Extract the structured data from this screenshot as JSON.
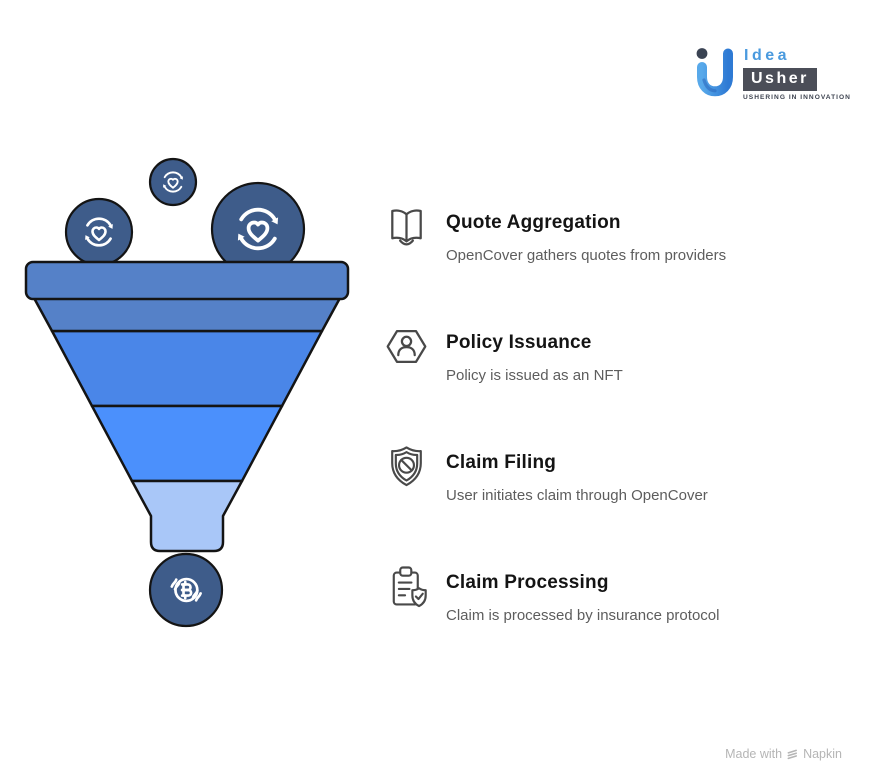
{
  "logo": {
    "brand_top": "Idea",
    "brand_bottom": "Usher",
    "tagline": "USHERING IN INNOVATION"
  },
  "steps": [
    {
      "icon": "open-book-icon",
      "title": "Quote Aggregation",
      "description": "OpenCover gathers quotes from providers"
    },
    {
      "icon": "hexagon-user-icon",
      "title": "Policy Issuance",
      "description": "Policy is issued as an NFT"
    },
    {
      "icon": "shield-slash-icon",
      "title": "Claim Filing",
      "description": "User initiates claim through OpenCover"
    },
    {
      "icon": "clipboard-check-icon",
      "title": "Claim Processing",
      "description": "Claim is processed by insurance protocol"
    }
  ],
  "funnel": {
    "tiers": [
      "#5581C8",
      "#4A86E8",
      "#4B90FC",
      "#A9C7F8"
    ],
    "bubble_color": "#3E5C8A",
    "outline": "#141414",
    "top_bubble_icon": "heart-sync-icon",
    "bottom_bubble_icon": "bitcoin-hands-icon"
  },
  "footer": {
    "prefix": "Made with",
    "brand": "Napkin"
  }
}
